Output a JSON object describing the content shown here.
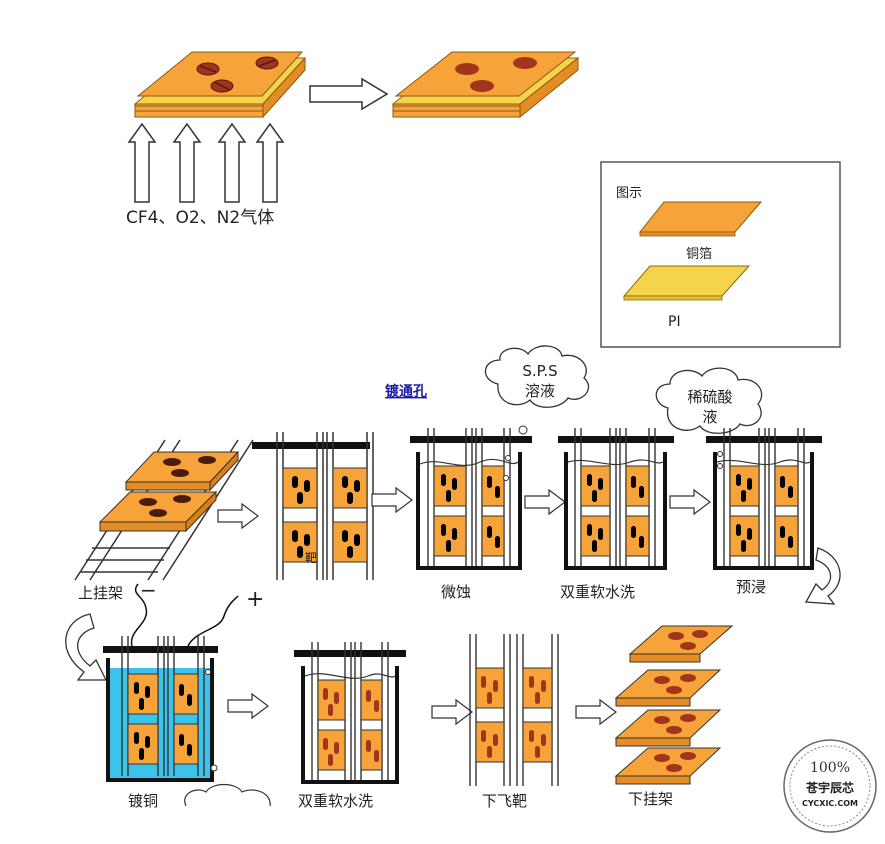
{
  "plasma": {
    "gas_label": "CF4、O2、N2气体"
  },
  "legend": {
    "title": "图示",
    "copper_label": "铜箔",
    "pi_label": "PI"
  },
  "process": {
    "title": "镀通孔",
    "clouds": {
      "sps": [
        "S.P.S",
        "溶液"
      ],
      "acid": [
        "稀硫酸",
        "液"
      ]
    },
    "steps": {
      "load_rack": "上挂架",
      "microetch": "微蚀",
      "rinse1": "双重软水洗",
      "predip": "预浸",
      "plating": "镀铜",
      "rinse2": "双重软水洗",
      "unload_fixture": "下飞靶",
      "unload_rack": "下挂架"
    },
    "fixture_label": "靶",
    "minus": "−",
    "plus": "+"
  },
  "watermark": {
    "percent": "100%",
    "brand": "苍宇辰芯",
    "site": "CYCXIC.COM"
  },
  "colors": {
    "copper": "#f6a33a",
    "copper_edge": "#c97b1f",
    "pi": "#f5d34a",
    "hole": "#a0341c",
    "bath_blue": "#3cc3ea",
    "line": "#111111"
  }
}
